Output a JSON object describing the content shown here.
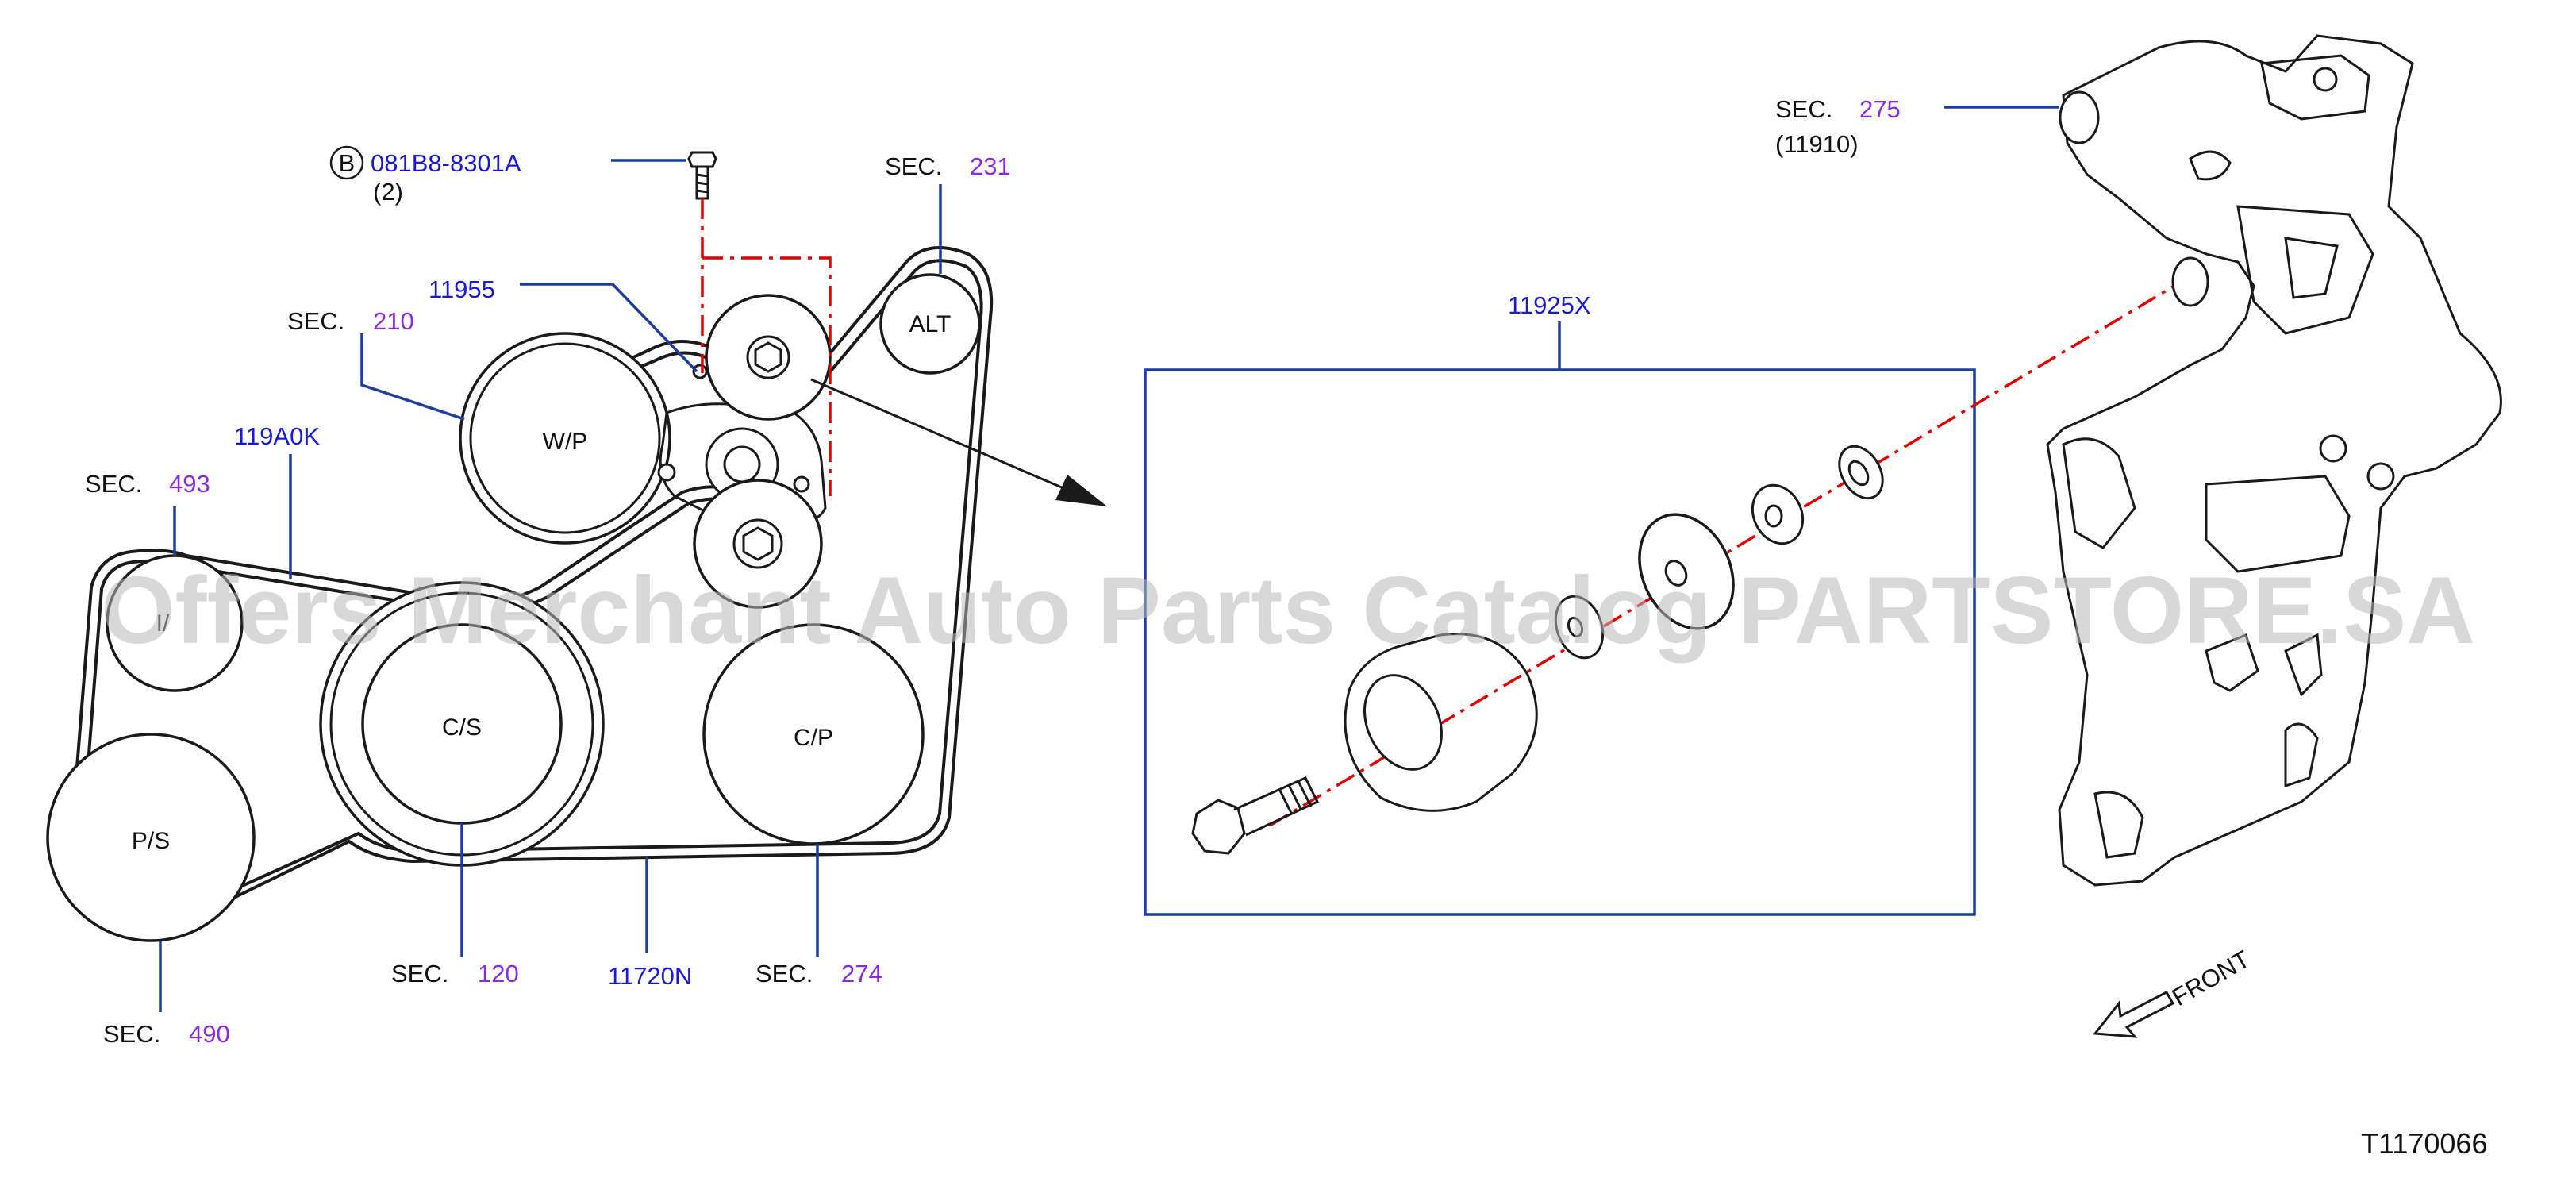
{
  "labels": {
    "bolt_code": "081B8-8301A",
    "bolt_circle": "B",
    "bolt_qty": "(2)",
    "sec_prefix": "SEC.",
    "sec_231": "231",
    "sec_210": "210",
    "sec_493": "493",
    "sec_120": "120",
    "sec_274": "274",
    "sec_490": "490",
    "sec_275": "275",
    "sec_275_sub": "(11910)",
    "part_11955": "11955",
    "part_119A0K": "119A0K",
    "part_11720N": "11720N",
    "part_11925X": "11925X",
    "front": "FRONT",
    "diagram_id": "T1170066"
  },
  "pulleys": {
    "alt": "ALT",
    "wp": "W/P",
    "idler": "I/",
    "cs": "C/S",
    "cp": "C/P",
    "ps": "P/S"
  },
  "watermark": "Offers Merchant Auto Parts Catalog PARTSTORE.SA",
  "colors": {
    "part_number": "#1a1ad0",
    "section_number": "#8a2be2",
    "leader": "#1f3d9e",
    "center_line": "#e00000"
  }
}
